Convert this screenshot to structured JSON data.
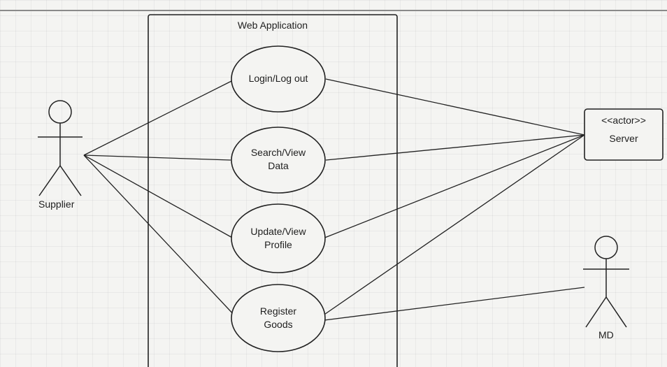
{
  "system": {
    "title": "Web Application"
  },
  "use_cases": [
    {
      "line1": "Login/Log out",
      "line2": ""
    },
    {
      "line1": "Search/View",
      "line2": "Data"
    },
    {
      "line1": "Update/View",
      "line2": "Profile"
    },
    {
      "line1": "Register",
      "line2": "Goods"
    }
  ],
  "actors": {
    "supplier": "Supplier",
    "md": "MD",
    "server_stereotype": "<<actor>>",
    "server_name": "Server"
  }
}
